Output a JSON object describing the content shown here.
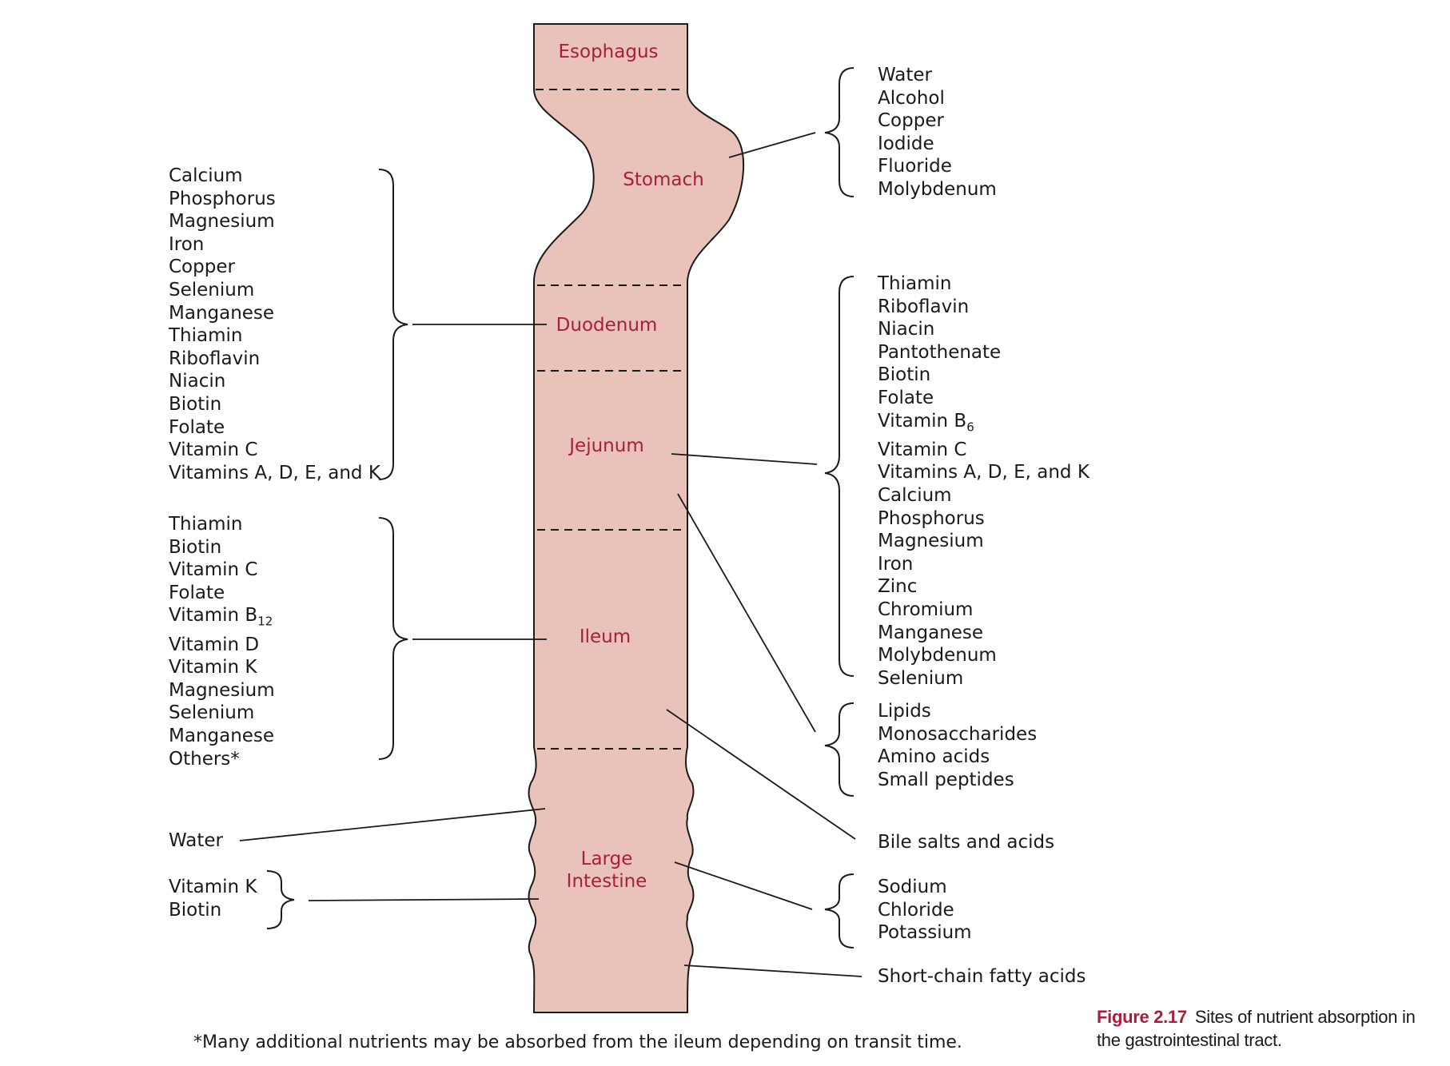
{
  "regions": {
    "esophagus": "Esophagus",
    "stomach": "Stomach",
    "duodenum": "Duodenum",
    "jejunum": "Jejunum",
    "ileum": "Ileum",
    "large_intestine": "Large\nIntestine"
  },
  "stomach_nutrients": [
    "Water",
    "Alcohol",
    "Copper",
    "Iodide",
    "Fluoride",
    "Molybdenum"
  ],
  "duodenum_nutrients": [
    "Calcium",
    "Phosphorus",
    "Magnesium",
    "Iron",
    "Copper",
    "Selenium",
    "Manganese",
    "Thiamin",
    "Riboflavin",
    "Niacin",
    "Biotin",
    "Folate",
    "Vitamin C",
    "Vitamins A, D, E, and K"
  ],
  "jejunum_nutrients": [
    "Thiamin",
    "Riboflavin",
    "Niacin",
    "Pantothenate",
    "Biotin",
    "Folate",
    "Vitamin B6",
    "Vitamin C",
    "Vitamins A, D, E, and K",
    "Calcium",
    "Phosphorus",
    "Magnesium",
    "Iron",
    "Zinc",
    "Chromium",
    "Manganese",
    "Molybdenum",
    "Selenium"
  ],
  "small_intestine_macros": [
    "Lipids",
    "Monosaccharides",
    "Amino acids",
    "Small peptides"
  ],
  "ileum_nutrients": [
    "Thiamin",
    "Biotin",
    "Vitamin C",
    "Folate",
    "Vitamin B12",
    "Vitamin D",
    "Vitamin K",
    "Magnesium",
    "Selenium",
    "Manganese",
    "Others*"
  ],
  "ileum_bile": "Bile salts and acids",
  "large_intestine_water": "Water",
  "large_intestine_vitamins": [
    "Vitamin K",
    "Biotin"
  ],
  "large_intestine_electrolytes": [
    "Sodium",
    "Chloride",
    "Potassium"
  ],
  "large_intestine_scfa": "Short-chain fatty acids",
  "footnote": "*Many additional nutrients may be absorbed from the ileum depending on transit time.",
  "caption": {
    "figure_label": "Figure 2.17",
    "text": "Sites of nutrient absorption in the gastrointestinal tract."
  },
  "colors": {
    "tract_fill": "#e9c3ba",
    "region_label": "#a81e3c",
    "line": "#1a1a1a"
  }
}
